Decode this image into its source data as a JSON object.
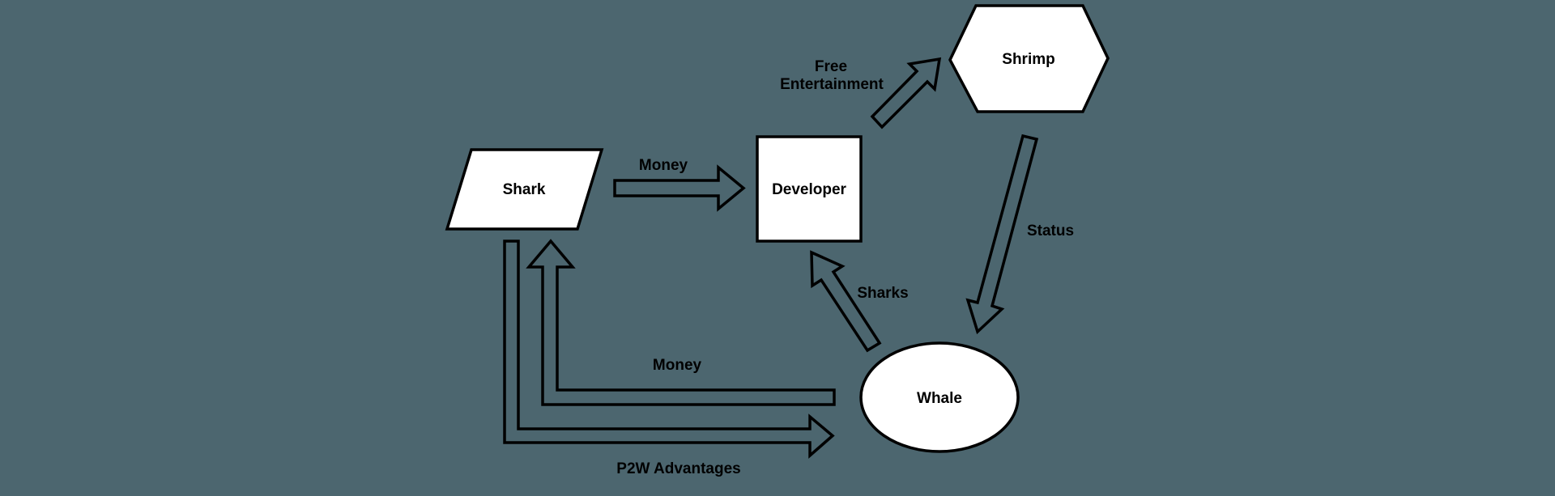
{
  "canvas": {
    "background_color": "#4C666F",
    "shape_fill": "#FFFFFF",
    "line_color": "#000000",
    "text_color": "#000000"
  },
  "diagram": {
    "nodes": [
      {
        "label": "Shark",
        "shape": "parallelogram"
      },
      {
        "label": "Developer",
        "shape": "rectangle"
      },
      {
        "label": "Shrimp",
        "shape": "hexagon"
      },
      {
        "label": "Whale",
        "shape": "ellipse"
      }
    ],
    "edges": [
      {
        "label": "Money",
        "from": "Shark",
        "to": "Developer",
        "style": "straight-horizontal"
      },
      {
        "label": "Free Entertainment",
        "lines": [
          "Free",
          "Entertainment"
        ],
        "from": "Developer",
        "to": "Shrimp",
        "style": "diagonal-up-right"
      },
      {
        "label": "Status",
        "from": "Shrimp",
        "to": "Whale",
        "style": "diagonal-down"
      },
      {
        "label": "Sharks",
        "from": "Whale",
        "to": "Developer",
        "style": "diagonal-up-left"
      },
      {
        "label": "Money",
        "from": "Whale",
        "to": "Shark",
        "style": "elbow-left-then-up"
      },
      {
        "label": "P2W Advantages",
        "from": "Shark",
        "to": "Whale",
        "style": "elbow-down-then-right"
      }
    ]
  }
}
